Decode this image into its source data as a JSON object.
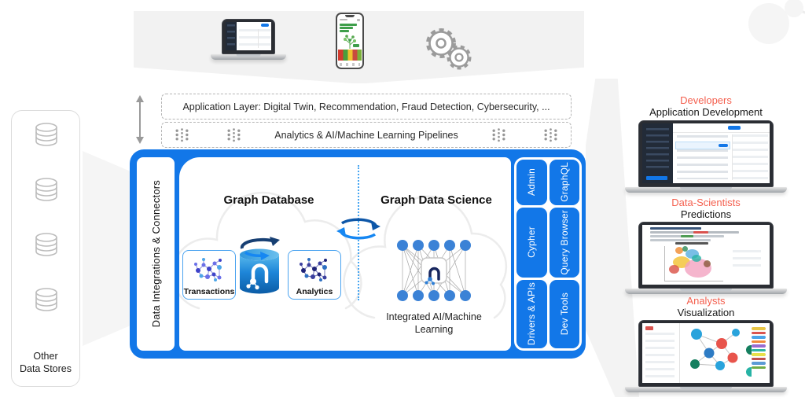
{
  "diagram": {
    "layers": {
      "application_layer": "Application Layer: Digital Twin, Recommendation, Fraud Detection, Cybersecurity, ...",
      "pipelines_layer": "Analytics & AI/Machine Learning Pipelines"
    },
    "platform": {
      "connectors": "Data Integrations & Connectors",
      "graph_database": {
        "title": "Graph Database",
        "transactions": "Transactions",
        "analytics": "Analytics"
      },
      "graph_data_science": {
        "title": "Graph Data Science",
        "caption": "Integrated AI/Machine Learning"
      },
      "interfaces": [
        {
          "label": "Admin"
        },
        {
          "label": "GraphQL"
        },
        {
          "label": "Cypher"
        },
        {
          "label": "Query Browser"
        },
        {
          "label": "Drivers & APIs"
        },
        {
          "label": "Dev Tools"
        }
      ]
    },
    "sources": {
      "label": "Other\nData Stores",
      "store_count": 4
    },
    "personas": [
      {
        "role": "Developers",
        "activity": "Application Development"
      },
      {
        "role": "Data-Scientists",
        "activity": "Predictions"
      },
      {
        "role": "Analysts",
        "activity": "Visualization"
      }
    ],
    "top_devices": [
      "laptop-icon",
      "smartphone-icon",
      "gears-icon"
    ],
    "colors": {
      "accent_blue": "#1277E8",
      "persona_red": "#F4604F"
    }
  }
}
